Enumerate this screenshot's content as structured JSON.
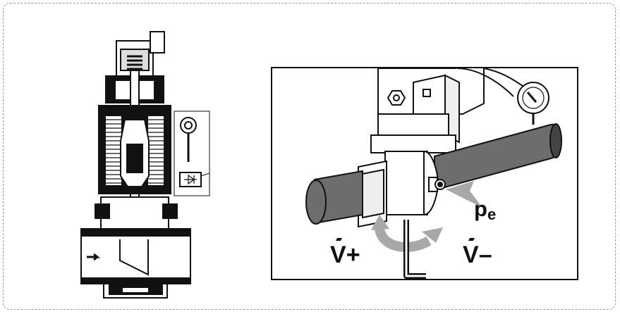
{
  "labels": {
    "pressure": "p",
    "pressure_sub": "e",
    "flow_increase": "V̇+",
    "flow_decrease": "V̇–",
    "flow_symbol": "V",
    "plus": "+",
    "minus": "–"
  },
  "icons": {
    "valve": "valve-cross-section-icon",
    "gauge": "pressure-gauge-icon",
    "key": "hex-key-icon",
    "rotate": "rotate-arrow-icon"
  },
  "colors": {
    "pipe": "#6d6d6d",
    "pipe_dark": "#444444",
    "line": "#111111",
    "arrow": "#a8a8a8",
    "frame": "#9a9a9a"
  }
}
